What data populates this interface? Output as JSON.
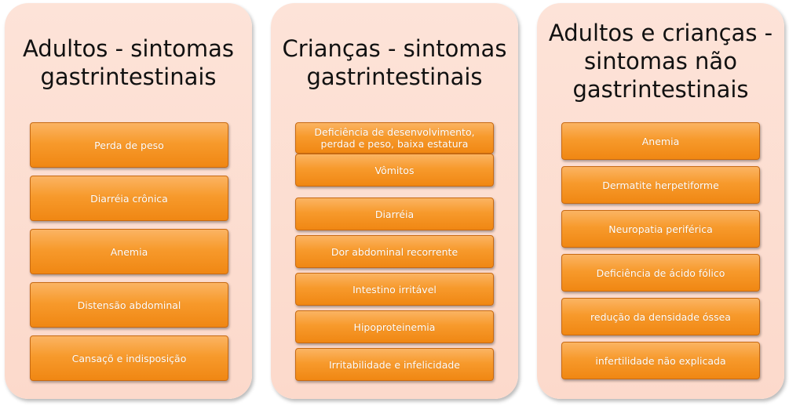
{
  "panels": [
    {
      "title": "Adultos - sintomas\ngastrintestinais",
      "items": [
        "Perda de peso",
        "Diarréia crônica",
        "Anemia",
        "Distensão abdominal",
        "Cansaçõ e indisposição"
      ]
    },
    {
      "title": "Crianças - sintomas\ngastrintestinais",
      "items": [
        "Deficiência de desenvolvimento, perdad e peso, baixa estatura",
        "Vômitos",
        "Diarréia",
        "Dor abdominal recorrente",
        "Intestino irritável",
        "Hipoproteinemia",
        "Irritabilidade e infelicidade"
      ]
    },
    {
      "title": "Adultos e crianças -\nsintomas não\ngastrintestinais",
      "items": [
        "Anemia",
        "Dermatite herpetiforme",
        "Neuropatia periférica",
        "Deficiência de ácido fólico",
        "redução da densidade óssea",
        "infertilidade não explicada"
      ]
    }
  ],
  "colors": {
    "panel_bg": "#fcdccf",
    "item_bg": "#f7962a",
    "item_border": "#c86a12",
    "item_text": "#ffffff",
    "title_text": "#111111"
  }
}
